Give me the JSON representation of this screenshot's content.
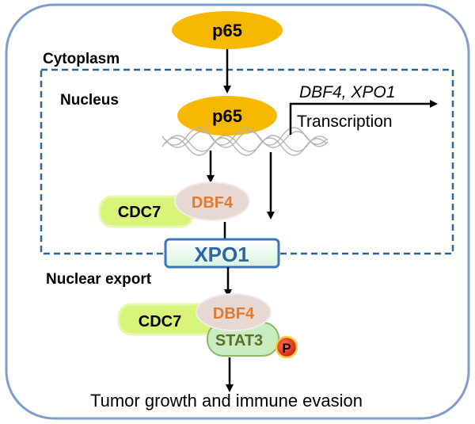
{
  "compartments": {
    "cytoplasm": "Cytoplasm",
    "nucleus": "Nucleus",
    "nuclear_export": "Nuclear export"
  },
  "proteins": {
    "p65_cytoplasm": "p65",
    "p65_nucleus": "p65",
    "cdc7_nuclear": "CDC7",
    "dbf4_nuclear": "DBF4",
    "xpo1": "XPO1",
    "cdc7_cytoplasm": "CDC7",
    "dbf4_cytoplasm": "DBF4",
    "stat3": "STAT3",
    "phospho": "P"
  },
  "transcription": {
    "genes": "DBF4, XPO1",
    "label": "Transcription"
  },
  "outcome": "Tumor growth and immune evasion",
  "colors": {
    "cell_border": "#7f9ccb",
    "nucleus_border": "#2e6496",
    "p65_fill": "#f6b800",
    "cdc7_fill": "#d8f57a",
    "dbf4_fill": "#e8d8d4",
    "dbf4_text": "#e07a32",
    "xpo1_border": "#3e74b8",
    "xpo1_text": "#2e64a8",
    "stat3_fill": "#c9ecc0",
    "stat3_text": "#5a6e2a",
    "phospho_fill": "#e83020"
  }
}
